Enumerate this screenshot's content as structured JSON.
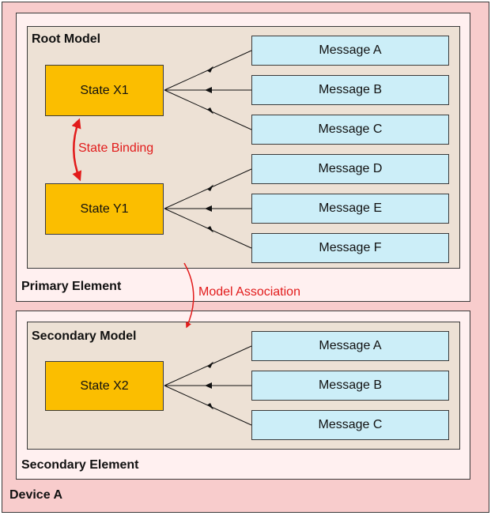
{
  "device": {
    "label": "Device A"
  },
  "primary_element": {
    "label": "Primary Element",
    "model": {
      "label": "Root Model",
      "states": [
        "State X1",
        "State Y1"
      ],
      "binding_label": "State Binding",
      "messages": [
        "Message A",
        "Message B",
        "Message C",
        "Message D",
        "Message E",
        "Message F"
      ]
    }
  },
  "association_label": "Model Association",
  "secondary_element": {
    "label": "Secondary Element",
    "model": {
      "label": "Secondary Model",
      "states": [
        "State X2"
      ],
      "messages": [
        "Message A",
        "Message B",
        "Message C"
      ]
    }
  },
  "colors": {
    "device_bg": "#f8cccc",
    "element_bg": "#fff0f0",
    "model_bg": "#ede1d5",
    "state_bg": "#fbbe00",
    "message_bg": "#cceef8",
    "relation_red": "#e21b1b"
  }
}
